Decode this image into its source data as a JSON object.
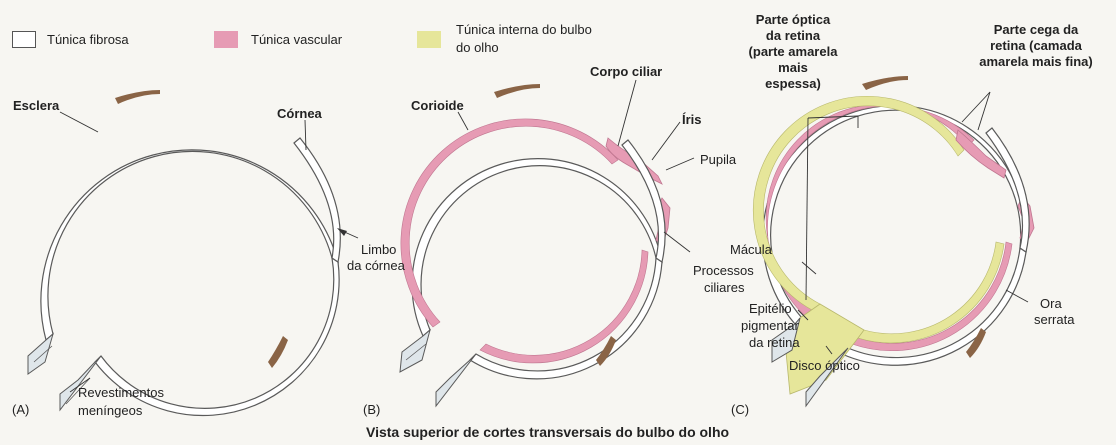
{
  "legend": {
    "fibrosa": {
      "label": "Túnica fibrosa",
      "color": "#ffffff"
    },
    "vascular": {
      "label": "Túnica vascular",
      "color": "#e69bb4"
    },
    "interna": {
      "label": "Túnica interna do bulbo do olho",
      "line1": "Túnica interna do bulbo",
      "line2": "do olho",
      "color": "#e6e69a"
    }
  },
  "colors": {
    "outline": "#5a5a5a",
    "muscle": "#8a6446",
    "background": "#f7f6f2",
    "nerve_fill": "#dfe6ea"
  },
  "panel_a": {
    "letter": "(A)",
    "labels": {
      "esclera": "Esclera",
      "cornea": "Córnea",
      "limbo_1": "Limbo",
      "limbo_2": "da córnea",
      "revest_1": "Revestimentos",
      "revest_2": "meníngeos"
    }
  },
  "panel_b": {
    "letter": "(B)",
    "labels": {
      "corioide": "Corioide",
      "corpo_ciliar": "Corpo ciliar",
      "iris": "Íris",
      "pupila": "Pupila",
      "processos_1": "Processos",
      "processos_2": "ciliares"
    }
  },
  "panel_c": {
    "letter": "(C)",
    "labels": {
      "optica_1": "Parte óptica",
      "optica_2": "da retina",
      "optica_3": "(parte amarela",
      "optica_4": "mais",
      "optica_5": "espessa)",
      "cega_1": "Parte cega da",
      "cega_2": "retina (camada",
      "cega_3": "amarela mais fina)",
      "macula": "Mácula",
      "epitelio_1": "Epitélio",
      "epitelio_2": "pigmentar",
      "epitelio_3": "da retina",
      "disco": "Disco óptico",
      "ora_1": "Ora",
      "ora_2": "serrata"
    }
  },
  "caption": "Vista superior de cortes transversais do bulbo do olho"
}
